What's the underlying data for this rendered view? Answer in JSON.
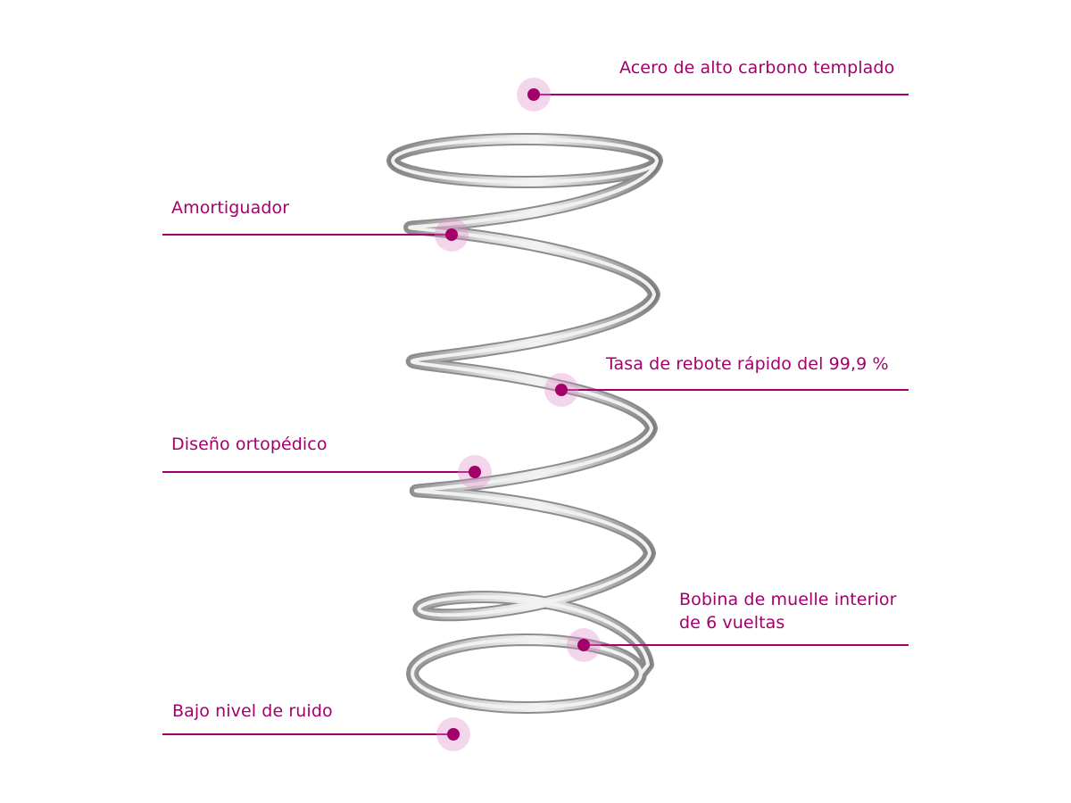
{
  "colors": {
    "accent": "#a3006b",
    "halo": "#e08ac8",
    "steel_dark": "#8c8c8c",
    "steel_light": "#f1f1f1"
  },
  "callouts": [
    {
      "id": "steel",
      "text": "Acero de alto carbono templado"
    },
    {
      "id": "damper",
      "text": "Amortiguador"
    },
    {
      "id": "rebound",
      "text": "Tasa de rebote rápido del 99,9 %"
    },
    {
      "id": "ortho",
      "text": "Diseño ortopédico"
    },
    {
      "id": "coil",
      "text": "Bobina de muelle interior",
      "text2": "de 6 vueltas"
    },
    {
      "id": "noise",
      "text": "Bajo nivel de ruido"
    }
  ]
}
